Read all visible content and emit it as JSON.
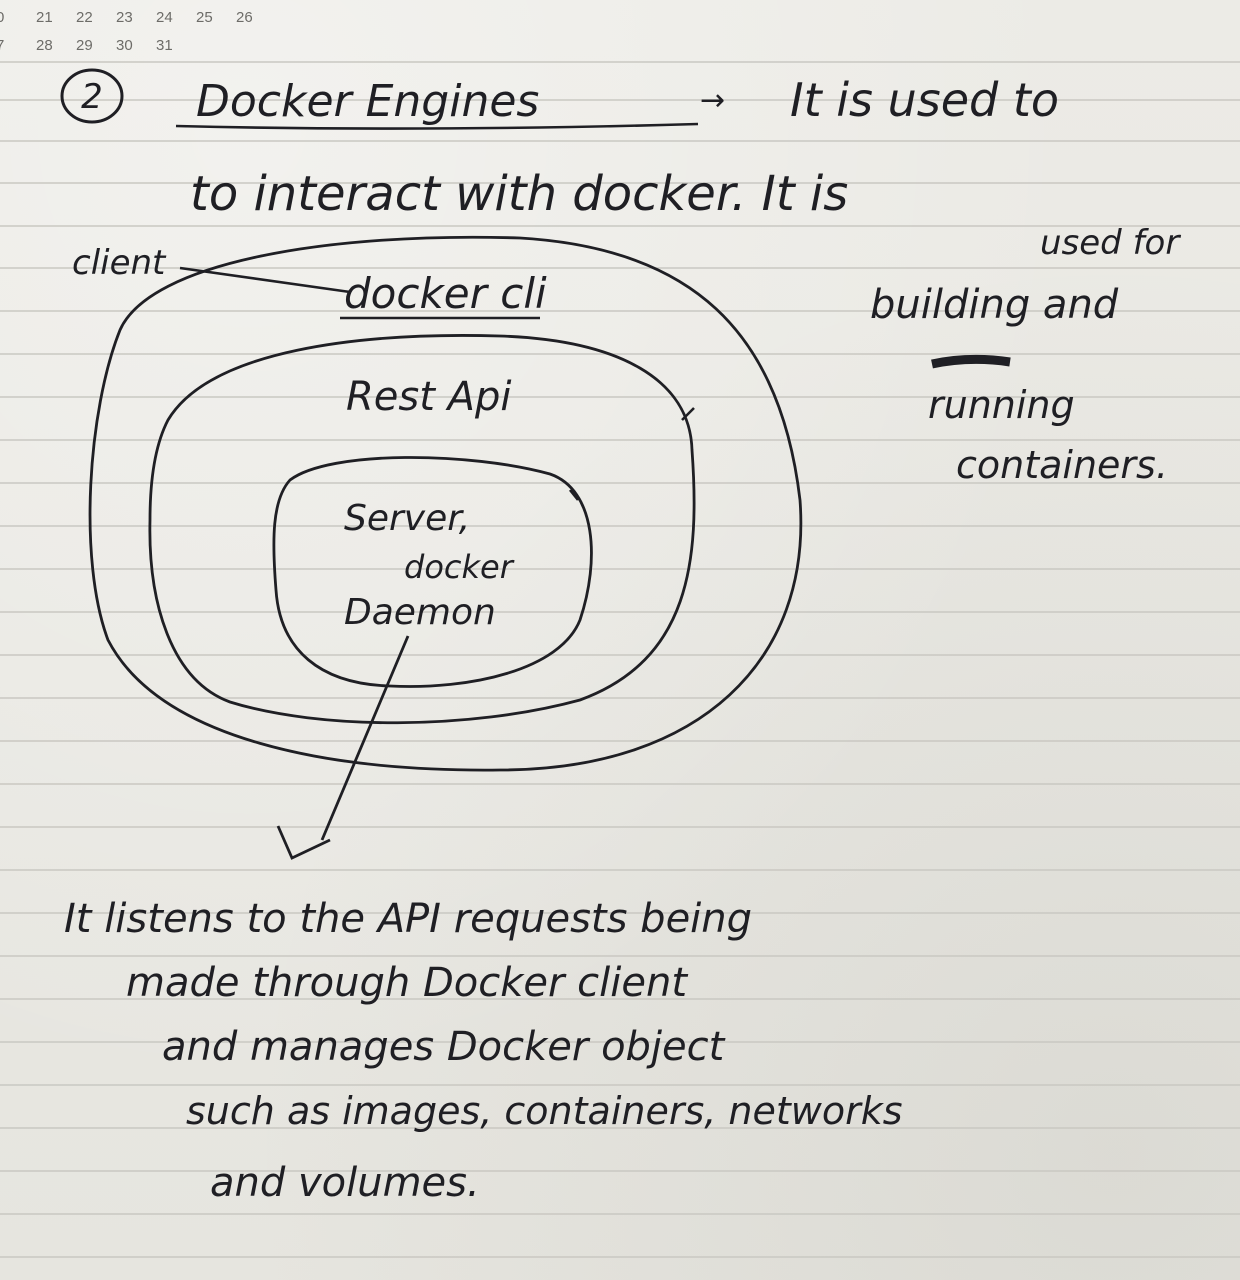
{
  "calendar": {
    "row1": [
      "0",
      "21",
      "22",
      "23",
      "24",
      "25",
      "26"
    ],
    "row2": [
      "7",
      "28",
      "29",
      "30",
      "31"
    ]
  },
  "note": {
    "number": "2",
    "title": "Docker Engines",
    "arrow": "→",
    "intro_line1": "It is used to",
    "intro_line2": "to interact with docker. It is",
    "side_line1": "used for",
    "side_line2": "building and",
    "side_line3": "running",
    "side_line4": "containers.",
    "client_label": "client",
    "outer_ring": "docker cli",
    "middle_ring": "Rest Api",
    "inner_ring_line1": "Server,",
    "inner_ring_line2": "docker",
    "inner_ring_line3": "Daemon",
    "body_line1": "It listens to the API requests being",
    "body_line2": "made through Docker client",
    "body_line3": "and manages Docker object",
    "body_line4": "such as images, containers, networks",
    "body_line5": "and volumes."
  }
}
